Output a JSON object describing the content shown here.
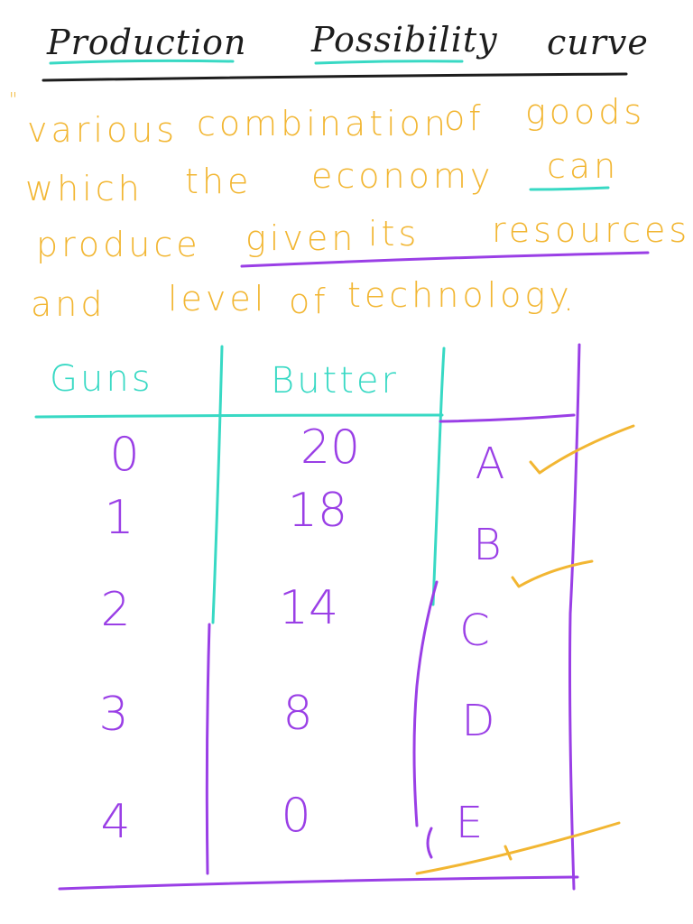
{
  "title": {
    "word1": "Production",
    "word2": "Possibility",
    "word3": "curve"
  },
  "definition": {
    "quote_mark": "\"",
    "line1_a": "various",
    "line1_b": "combination",
    "line1_c": "of",
    "line1_d": "goods",
    "line2_a": "which",
    "line2_b": "the",
    "line2_c": "economy",
    "line2_d": "can",
    "line3_a": "produce",
    "line3_b": "given",
    "line3_c": "its",
    "line3_d": "resources",
    "line4_a": "and",
    "line4_b": "level",
    "line4_c": "of",
    "line4_d": "technology",
    "line4_e": "."
  },
  "table": {
    "headers": [
      "Guns",
      "Butter"
    ],
    "rows": [
      {
        "guns": "0",
        "butter": "20",
        "label": "A"
      },
      {
        "guns": "1",
        "butter": "18",
        "label": "B"
      },
      {
        "guns": "2",
        "butter": "14",
        "label": "C"
      },
      {
        "guns": "3",
        "butter": "8",
        "label": "D"
      },
      {
        "guns": "4",
        "butter": "0",
        "label": "E"
      }
    ]
  },
  "colors": {
    "title_ink": "#1d1d1d",
    "definition_ink": "#f2b632",
    "header_ink": "#38d9c4",
    "table_ink": "#9a3fe6",
    "underline_teal": "#38d9c4",
    "underline_purple": "#9a3fe6"
  }
}
